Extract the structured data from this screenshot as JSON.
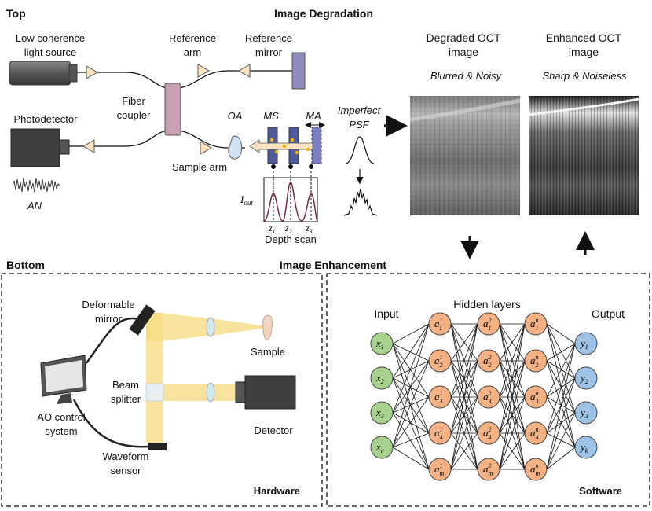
{
  "top": {
    "label": "Top",
    "title": "Image Degradation",
    "light_source": "Low coherence light source",
    "light_source_l1": "Low coherence",
    "light_source_l2": "light source",
    "reference_arm_l1": "Reference",
    "reference_arm_l2": "arm",
    "reference_mirror_l1": "Reference",
    "reference_mirror_l2": "mirror",
    "fiber_coupler_l1": "Fiber",
    "fiber_coupler_l2": "coupler",
    "photodetector": "Photodetector",
    "sample_arm": "Sample arm",
    "an": "AN",
    "oa": "OA",
    "ms": "MS",
    "ma": "MA",
    "iout_base": "I",
    "iout_sub": "out",
    "z_labels": [
      {
        "base": "z",
        "sub": "1"
      },
      {
        "base": "z",
        "sub": "2"
      },
      {
        "base": "z",
        "sub": "3"
      }
    ],
    "depth_scan": "Depth scan",
    "psf_l1": "Imperfect",
    "psf_l2": "PSF",
    "degraded_l1": "Degraded OCT",
    "degraded_l2": "image",
    "degraded_desc": "Blurred & Noisy",
    "enhanced_l1": "Enhanced OCT",
    "enhanced_l2": "image",
    "enhanced_desc": "Sharp & Noiseless"
  },
  "bottom": {
    "label": "Bottom",
    "title": "Image Enhancement",
    "hardware": {
      "title": "Hardware",
      "deformable_l1": "Deformable",
      "deformable_l2": "mirror",
      "sample": "Sample",
      "beam_l1": "Beam",
      "beam_l2": "splitter",
      "detector": "Detector",
      "ao_l1": "AO control",
      "ao_l2": "system",
      "wave_l1": "Waveform",
      "wave_l2": "sensor"
    },
    "software": {
      "title": "Software",
      "input": "Input",
      "hidden": "Hidden layers",
      "output": "Output",
      "inputs": [
        {
          "base": "x",
          "sub": "1"
        },
        {
          "base": "x",
          "sub": "2"
        },
        {
          "base": "x",
          "sub": "3"
        },
        {
          "base": "x",
          "sub": "n"
        }
      ],
      "layers": [
        [
          {
            "b": "a",
            "sub": "1",
            "sup": "1"
          },
          {
            "b": "a",
            "sub": "2",
            "sup": "1"
          },
          {
            "b": "a",
            "sub": "3",
            "sup": "1"
          },
          {
            "b": "a",
            "sub": "4",
            "sup": "1"
          },
          {
            "b": "a",
            "sub": "m",
            "sup": "1"
          }
        ],
        [
          {
            "b": "a",
            "sub": "1",
            "sup": "2"
          },
          {
            "b": "a",
            "sub": "2",
            "sup": "2"
          },
          {
            "b": "a",
            "sub": "3",
            "sup": "2"
          },
          {
            "b": "a",
            "sub": "4",
            "sup": "2"
          },
          {
            "b": "a",
            "sub": "m",
            "sup": "2"
          }
        ],
        [
          {
            "b": "a",
            "sub": "1",
            "sup": "n"
          },
          {
            "b": "a",
            "sub": "2",
            "sup": "n"
          },
          {
            "b": "a",
            "sub": "3",
            "sup": "n"
          },
          {
            "b": "a",
            "sub": "4",
            "sup": "n"
          },
          {
            "b": "a",
            "sub": "m",
            "sup": "n"
          }
        ]
      ],
      "outputs": [
        {
          "base": "y",
          "sub": "1"
        },
        {
          "base": "y",
          "sub": "2"
        },
        {
          "base": "y",
          "sub": "3"
        },
        {
          "base": "y",
          "sub": "k"
        }
      ]
    }
  },
  "colors": {
    "input_node": "#a9d18e",
    "hidden_node": "#f4b183",
    "output_node": "#9dc3e6",
    "coupler": "#c9a0b4",
    "mirror": "#8e8cbd",
    "arrow_fill": "#fbe2c0",
    "beam": "#f5dc86"
  }
}
